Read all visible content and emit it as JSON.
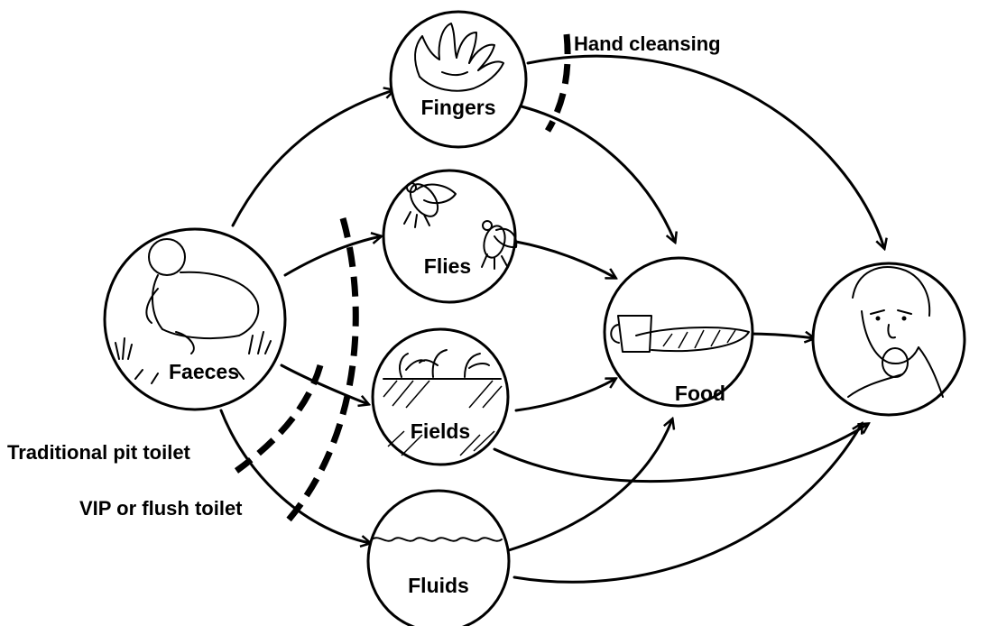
{
  "nodes": {
    "faeces": "Faeces",
    "fingers": "Fingers",
    "flies": "Flies",
    "fields": "Fields",
    "fluids": "Fluids",
    "food": "Food"
  },
  "barriers": {
    "hand_cleansing": "Hand cleansing",
    "pit_toilet": "Traditional pit toilet",
    "vip_toilet": "VIP or flush toilet"
  }
}
